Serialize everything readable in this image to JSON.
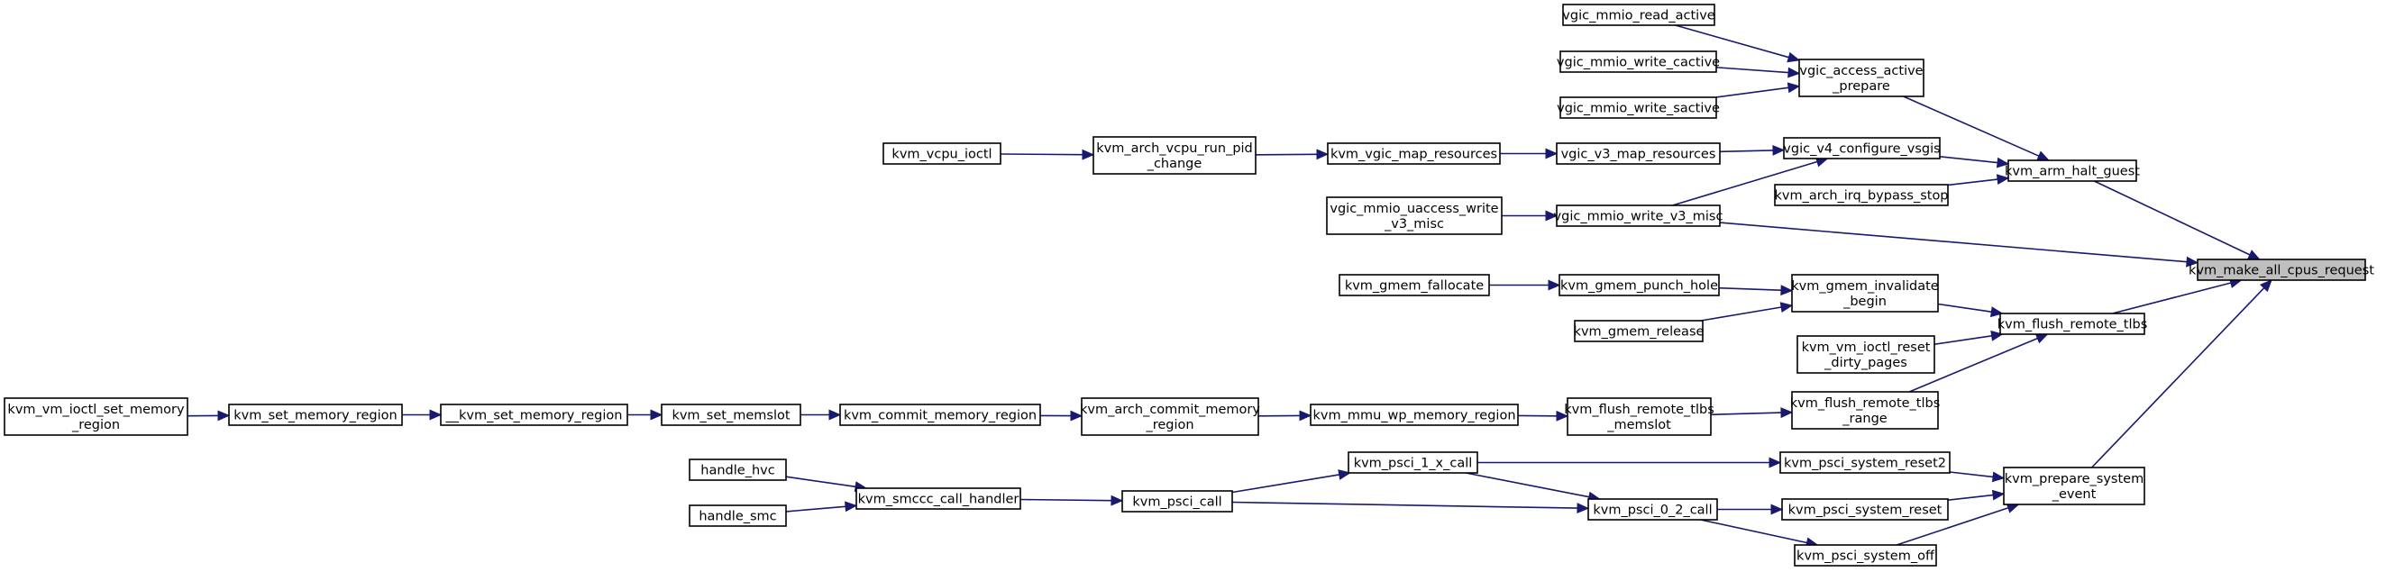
{
  "graph": {
    "root": "kvm_make_all_cpus_request",
    "edge_color": "#191970",
    "root_fill": "#bfbfbf",
    "nodes": [
      {
        "id": "make_all",
        "lines": [
          "kvm_make_all_cpus_request"
        ],
        "root": true
      },
      {
        "id": "arm_halt",
        "lines": [
          "kvm_arm_halt_guest"
        ]
      },
      {
        "id": "flush_tlbs",
        "lines": [
          "kvm_flush_remote_tlbs"
        ]
      },
      {
        "id": "prepare_sys",
        "lines": [
          "kvm_prepare_system",
          "_event"
        ]
      },
      {
        "id": "vgic_access",
        "lines": [
          "vgic_access_active",
          "_prepare"
        ]
      },
      {
        "id": "vgic_v4_cfg",
        "lines": [
          "vgic_v4_configure_vsgis"
        ]
      },
      {
        "id": "irq_bypass",
        "lines": [
          "kvm_arch_irq_bypass_stop"
        ]
      },
      {
        "id": "mmio_read_active",
        "lines": [
          "vgic_mmio_read_active"
        ]
      },
      {
        "id": "mmio_write_cactive",
        "lines": [
          "vgic_mmio_write_cactive"
        ]
      },
      {
        "id": "mmio_write_sactive",
        "lines": [
          "vgic_mmio_write_sactive"
        ]
      },
      {
        "id": "v3_map",
        "lines": [
          "vgic_v3_map_resources"
        ]
      },
      {
        "id": "v3_misc",
        "lines": [
          "vgic_mmio_write_v3_misc"
        ]
      },
      {
        "id": "map_res",
        "lines": [
          "kvm_vgic_map_resources"
        ]
      },
      {
        "id": "uaccess_v3",
        "lines": [
          "vgic_mmio_uaccess_write",
          "_v3_misc"
        ]
      },
      {
        "id": "run_pid",
        "lines": [
          "kvm_arch_vcpu_run_pid",
          "_change"
        ]
      },
      {
        "id": "vcpu_ioctl",
        "lines": [
          "kvm_vcpu_ioctl"
        ]
      },
      {
        "id": "gmem_inval",
        "lines": [
          "kvm_gmem_invalidate",
          "_begin"
        ]
      },
      {
        "id": "reset_dirty",
        "lines": [
          "kvm_vm_ioctl_reset",
          "_dirty_pages"
        ]
      },
      {
        "id": "tlbs_range",
        "lines": [
          "kvm_flush_remote_tlbs",
          "_range"
        ]
      },
      {
        "id": "punch_hole",
        "lines": [
          "kvm_gmem_punch_hole"
        ]
      },
      {
        "id": "gmem_release",
        "lines": [
          "kvm_gmem_release"
        ]
      },
      {
        "id": "fallocate",
        "lines": [
          "kvm_gmem_fallocate"
        ]
      },
      {
        "id": "tlbs_memslot",
        "lines": [
          "kvm_flush_remote_tlbs",
          "_memslot"
        ]
      },
      {
        "id": "wp_region",
        "lines": [
          "kvm_mmu_wp_memory_region"
        ]
      },
      {
        "id": "arch_commit",
        "lines": [
          "kvm_arch_commit_memory",
          "_region"
        ]
      },
      {
        "id": "commit_region",
        "lines": [
          "kvm_commit_memory_region"
        ]
      },
      {
        "id": "set_memslot",
        "lines": [
          "kvm_set_memslot"
        ]
      },
      {
        "id": "set_mem_region2",
        "lines": [
          "__kvm_set_memory_region"
        ]
      },
      {
        "id": "set_mem_region",
        "lines": [
          "kvm_set_memory_region"
        ]
      },
      {
        "id": "ioctl_set_mem",
        "lines": [
          "kvm_vm_ioctl_set_memory",
          "_region"
        ]
      },
      {
        "id": "sys_reset2",
        "lines": [
          "kvm_psci_system_reset2"
        ]
      },
      {
        "id": "sys_reset",
        "lines": [
          "kvm_psci_system_reset"
        ]
      },
      {
        "id": "sys_off",
        "lines": [
          "kvm_psci_system_off"
        ]
      },
      {
        "id": "psci_1x",
        "lines": [
          "kvm_psci_1_x_call"
        ]
      },
      {
        "id": "psci_02",
        "lines": [
          "kvm_psci_0_2_call"
        ]
      },
      {
        "id": "psci_call",
        "lines": [
          "kvm_psci_call"
        ]
      },
      {
        "id": "smccc",
        "lines": [
          "kvm_smccc_call_handler"
        ]
      },
      {
        "id": "hvc",
        "lines": [
          "handle_hvc"
        ]
      },
      {
        "id": "smc",
        "lines": [
          "handle_smc"
        ]
      }
    ],
    "edges": [
      {
        "from": "arm_halt",
        "to": "make_all"
      },
      {
        "from": "flush_tlbs",
        "to": "make_all"
      },
      {
        "from": "prepare_sys",
        "to": "make_all"
      },
      {
        "from": "v3_misc",
        "to": "make_all"
      },
      {
        "from": "vgic_access",
        "to": "arm_halt"
      },
      {
        "from": "vgic_v4_cfg",
        "to": "arm_halt"
      },
      {
        "from": "irq_bypass",
        "to": "arm_halt"
      },
      {
        "from": "mmio_read_active",
        "to": "vgic_access"
      },
      {
        "from": "mmio_write_cactive",
        "to": "vgic_access"
      },
      {
        "from": "mmio_write_sactive",
        "to": "vgic_access"
      },
      {
        "from": "v3_map",
        "to": "vgic_v4_cfg"
      },
      {
        "from": "v3_misc",
        "to": "vgic_v4_cfg"
      },
      {
        "from": "map_res",
        "to": "v3_map"
      },
      {
        "from": "uaccess_v3",
        "to": "v3_misc"
      },
      {
        "from": "run_pid",
        "to": "map_res"
      },
      {
        "from": "vcpu_ioctl",
        "to": "run_pid"
      },
      {
        "from": "gmem_inval",
        "to": "flush_tlbs"
      },
      {
        "from": "reset_dirty",
        "to": "flush_tlbs"
      },
      {
        "from": "tlbs_range",
        "to": "flush_tlbs"
      },
      {
        "from": "punch_hole",
        "to": "gmem_inval"
      },
      {
        "from": "gmem_release",
        "to": "gmem_inval"
      },
      {
        "from": "fallocate",
        "to": "punch_hole"
      },
      {
        "from": "tlbs_memslot",
        "to": "tlbs_range"
      },
      {
        "from": "wp_region",
        "to": "tlbs_memslot"
      },
      {
        "from": "arch_commit",
        "to": "wp_region"
      },
      {
        "from": "commit_region",
        "to": "arch_commit"
      },
      {
        "from": "set_memslot",
        "to": "commit_region"
      },
      {
        "from": "set_mem_region2",
        "to": "set_memslot"
      },
      {
        "from": "set_mem_region",
        "to": "set_mem_region2"
      },
      {
        "from": "ioctl_set_mem",
        "to": "set_mem_region"
      },
      {
        "from": "sys_reset2",
        "to": "prepare_sys"
      },
      {
        "from": "sys_reset",
        "to": "prepare_sys"
      },
      {
        "from": "sys_off",
        "to": "prepare_sys"
      },
      {
        "from": "psci_1x",
        "to": "sys_reset2"
      },
      {
        "from": "psci_02",
        "to": "sys_reset"
      },
      {
        "from": "psci_02",
        "to": "sys_off"
      },
      {
        "from": "psci_1x",
        "to": "psci_02"
      },
      {
        "from": "psci_call",
        "to": "psci_1x"
      },
      {
        "from": "psci_call",
        "to": "psci_02"
      },
      {
        "from": "smccc",
        "to": "psci_call"
      },
      {
        "from": "hvc",
        "to": "smccc"
      },
      {
        "from": "smc",
        "to": "smccc"
      }
    ]
  }
}
